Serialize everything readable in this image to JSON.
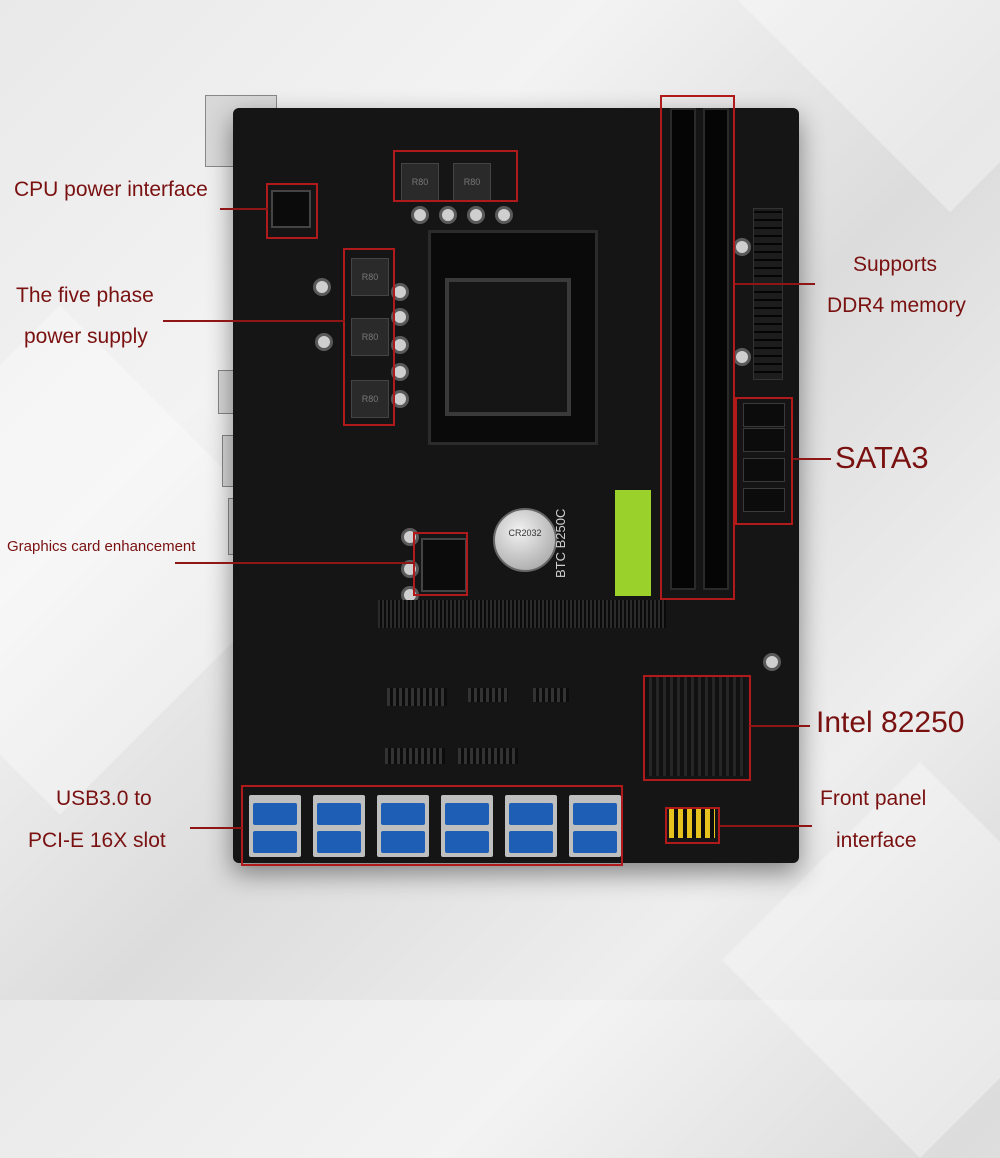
{
  "labels": {
    "cpu_power": "CPU power interface",
    "phase_line1": "The five phase",
    "phase_line2": "power supply",
    "graphics": "Graphics card enhancement",
    "usb_line1": "USB3.0 to",
    "usb_line2": "PCI-E 16X slot",
    "ddr4_line1": "Supports",
    "ddr4_line2": "DDR4 memory",
    "sata": "SATA3",
    "chipset": "Intel 82250",
    "front_line1": "Front panel",
    "front_line2": "interface"
  },
  "board": {
    "model_silk": "BTC B250C",
    "battery_text": "CR2032"
  },
  "colors": {
    "accent": "#b11a1a",
    "label_text": "#7a1111",
    "board": "#151515",
    "usb_blue": "#1e5fb5",
    "green_pad": "#9ad12a"
  },
  "usb_port_count": 12
}
